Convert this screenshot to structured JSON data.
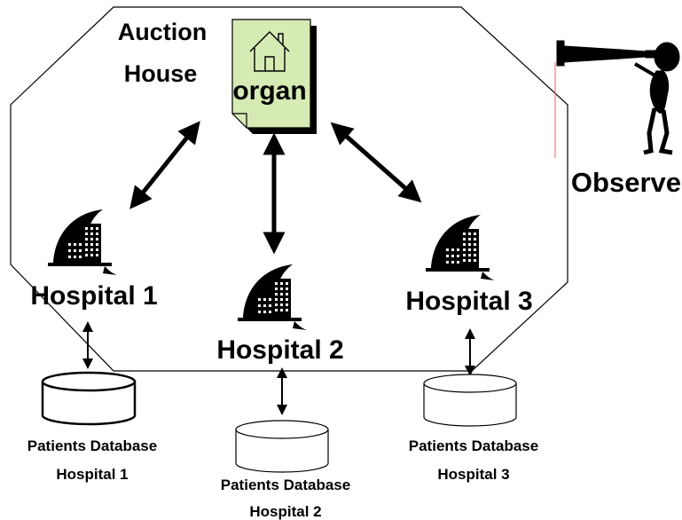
{
  "auction_house": {
    "line1": "Auction",
    "line2": "House"
  },
  "organ": {
    "label": "organ",
    "icon": "house-icon",
    "fill_color": "#d6ebb4"
  },
  "observer": {
    "label": "Observer",
    "icon": "telescope-figure-icon"
  },
  "hospitals": [
    {
      "label": "Hospital 1",
      "icon": "hospital-building-icon"
    },
    {
      "label": "Hospital 2",
      "icon": "hospital-building-icon"
    },
    {
      "label": "Hospital 3",
      "icon": "hospital-building-icon"
    }
  ],
  "databases": [
    {
      "line1": "Patients Database",
      "line2": "Hospital 1"
    },
    {
      "line1": "Patients Database",
      "line2": "Hospital 2"
    },
    {
      "line1": "Patients Database",
      "line2": "Hospital 3"
    }
  ],
  "colors": {
    "stroke": "#000000",
    "organ_fill": "#d6ebb4",
    "background": "#ffffff"
  }
}
